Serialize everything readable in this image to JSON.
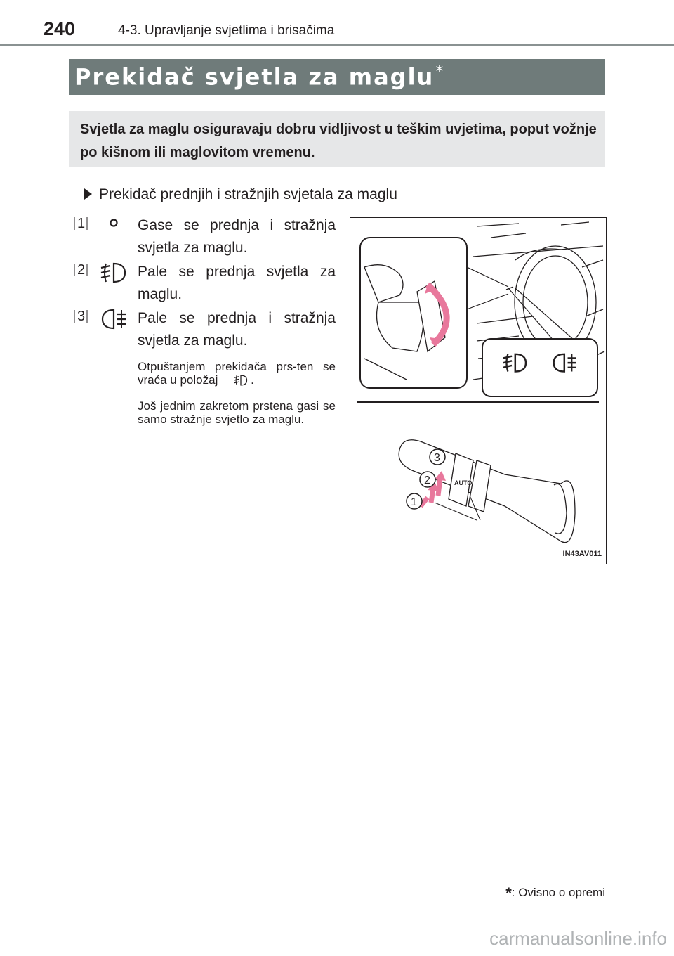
{
  "header": {
    "page_number": "240",
    "chapter": "4-3. Upravljanje svjetlima i brisačima"
  },
  "title": {
    "text": "Prekidač svjetla za maglu",
    "asterisk": "*"
  },
  "intro": {
    "text": "Svjetla za maglu osiguravaju dobru vidljivost u teškim uvjetima, poput vožnje po kišnom ili maglovitom vremenu."
  },
  "section": {
    "heading": "Prekidač prednjih i stražnjih svjetala za maglu"
  },
  "items": [
    {
      "num": "1",
      "icon": "off-circle-icon",
      "desc": "Gase se prednja i stražnja svjetla za maglu."
    },
    {
      "num": "2",
      "icon": "front-fog-light-icon",
      "desc": "Pale se prednja svjetla za maglu."
    },
    {
      "num": "3",
      "icon": "rear-fog-light-icon",
      "desc": "Pale se prednja i stražnja svjetla za maglu."
    }
  ],
  "notes": {
    "release": "Otpuštanjem prekidača prs-ten se vraća u položaj",
    "release_end": ".",
    "again": "Još jednim zakretom prstena gasi se samo stražnje svjetlo za maglu."
  },
  "figure": {
    "id": "IN43AV011",
    "callouts": [
      "1",
      "2",
      "3"
    ],
    "switch_label": "AUTO",
    "arrow_color": "#e8789c"
  },
  "footnote": {
    "star": "*",
    "text": ": Ovisno o opremi"
  },
  "watermark": "carmanualsonline.info"
}
